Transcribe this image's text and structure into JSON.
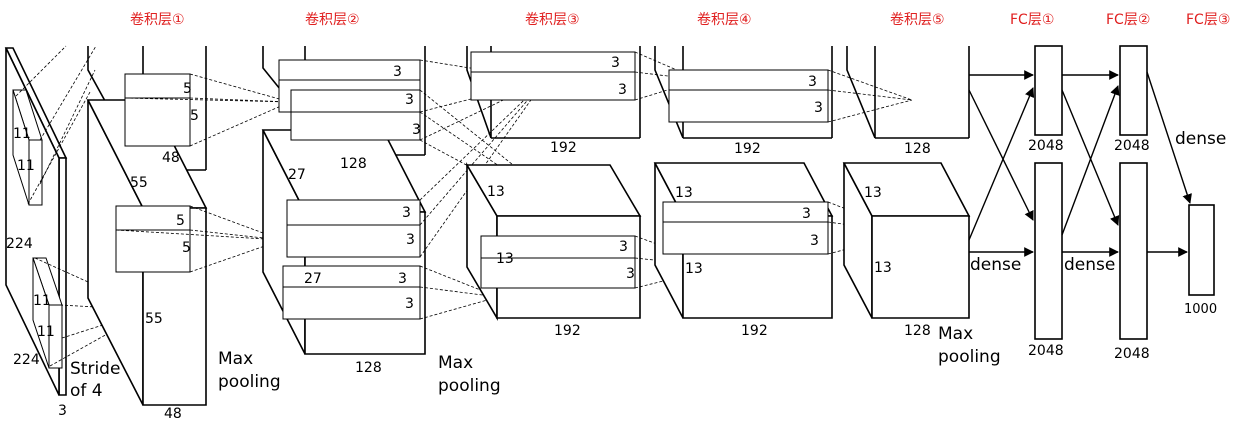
{
  "titles": {
    "conv1": "卷积层①",
    "conv2": "卷积层②",
    "conv3": "卷积层③",
    "conv4": "卷积层④",
    "conv5": "卷积层⑤",
    "fc1": "FC层①",
    "fc2": "FC层②",
    "fc3": "FC层③"
  },
  "input": {
    "height": "224",
    "width": "224",
    "depth": "3",
    "kernel_a": "11",
    "kernel_b": "11",
    "kernel_c": "11",
    "kernel_d": "11",
    "stride_1": "Stride",
    "stride_2": "of 4"
  },
  "conv1": {
    "size": "55",
    "out": "55",
    "depth_top": "48",
    "depth_bottom": "48",
    "k1": "5",
    "k2": "5",
    "k3": "5",
    "k4": "5"
  },
  "pool1": {
    "line1": "Max",
    "line2": "pooling"
  },
  "conv2": {
    "size": "27",
    "size_inner": "27",
    "depth_top": "128",
    "depth_bottom": "128",
    "k1": "3",
    "k2": "3",
    "k3": "3",
    "k4": "3",
    "k5": "3",
    "k6": "3"
  },
  "pool2": {
    "line1": "Max",
    "line2": "pooling"
  },
  "conv3": {
    "size": "13",
    "size_inner": "13",
    "depth_top": "192",
    "depth_bottom": "192",
    "k1": "3",
    "k2": "3",
    "k3": "3",
    "k4": "3"
  },
  "conv4": {
    "size": "13",
    "size_inner": "13",
    "depth_top": "192",
    "depth_bottom": "192",
    "k1": "3",
    "k2": "3",
    "k3": "3",
    "k4": "3"
  },
  "conv5": {
    "size": "13",
    "size_inner": "13",
    "depth_top": "128",
    "depth_bottom": "128"
  },
  "pool5": {
    "line1": "Max",
    "line2": "pooling"
  },
  "fc1": {
    "top": "2048",
    "bottom": "2048",
    "dense": "dense"
  },
  "fc2": {
    "top": "2048",
    "bottom": "2048",
    "dense": "dense"
  },
  "fc3": {
    "out": "1000",
    "dense": "dense"
  }
}
